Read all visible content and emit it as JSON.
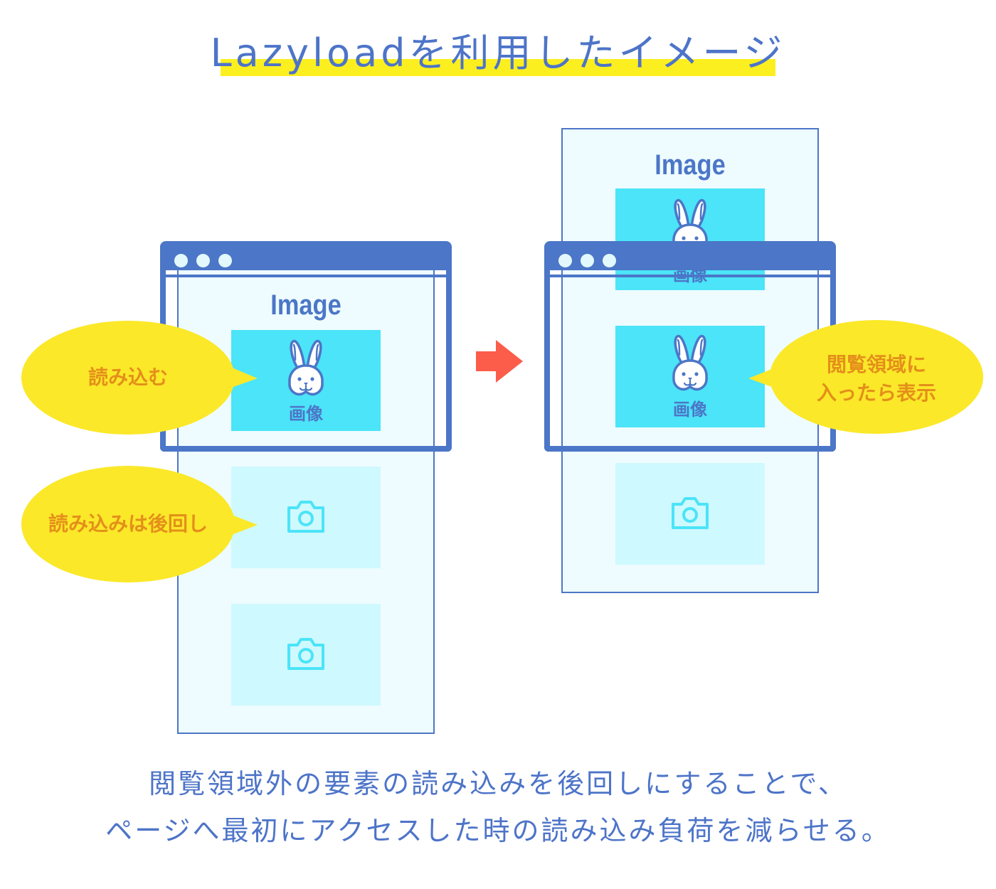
{
  "title": "Lazyloadを利用したイメージ",
  "colors": {
    "accent": "#4c76c7",
    "highlight": "#fcef1f",
    "image_fill": "#4be4f8",
    "placeholder_fill": "#cef9ff",
    "page_fill": "#eefcff",
    "bubble": "#fbe829",
    "bubble_text": "#e48f1a",
    "arrow": "#fc5d4b"
  },
  "left_panel": {
    "image_heading": "Image",
    "image_caption": "画像",
    "bubble_load": "読み込む",
    "bubble_defer": "読み込みは後回し"
  },
  "right_panel": {
    "image_heading": "Image",
    "image_caption_top": "画像",
    "image_caption_main": "画像",
    "bubble_line1": "閲覧領域に",
    "bubble_line2": "入ったら表示"
  },
  "icons": [
    "rabbit-icon",
    "camera-icon",
    "arrow-right-icon"
  ],
  "footer": {
    "line1": "閲覧領域外の要素の読み込みを後回しにすることで、",
    "line2": "ページへ最初にアクセスした時の読み込み負荷を減らせる。"
  }
}
